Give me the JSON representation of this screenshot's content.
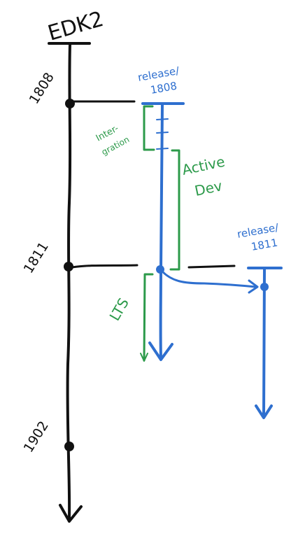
{
  "colors": {
    "main_ink": "#111111",
    "release_ink": "#2e6fcf",
    "annotation_ink": "#2c9a4a"
  },
  "main_branch": {
    "label": "EDK2",
    "tags": [
      {
        "label": "1808"
      },
      {
        "label": "1811"
      },
      {
        "label": "1902"
      }
    ]
  },
  "release_branches": [
    {
      "label_line1": "release/",
      "label_line2": "1808"
    },
    {
      "label_line1": "release/",
      "label_line2": "1811"
    }
  ],
  "annotations": {
    "integration_line1": "Inter-",
    "integration_line2": "gration",
    "active_dev_line1": "Active",
    "active_dev_line2": "Dev",
    "lts": "LTS"
  }
}
